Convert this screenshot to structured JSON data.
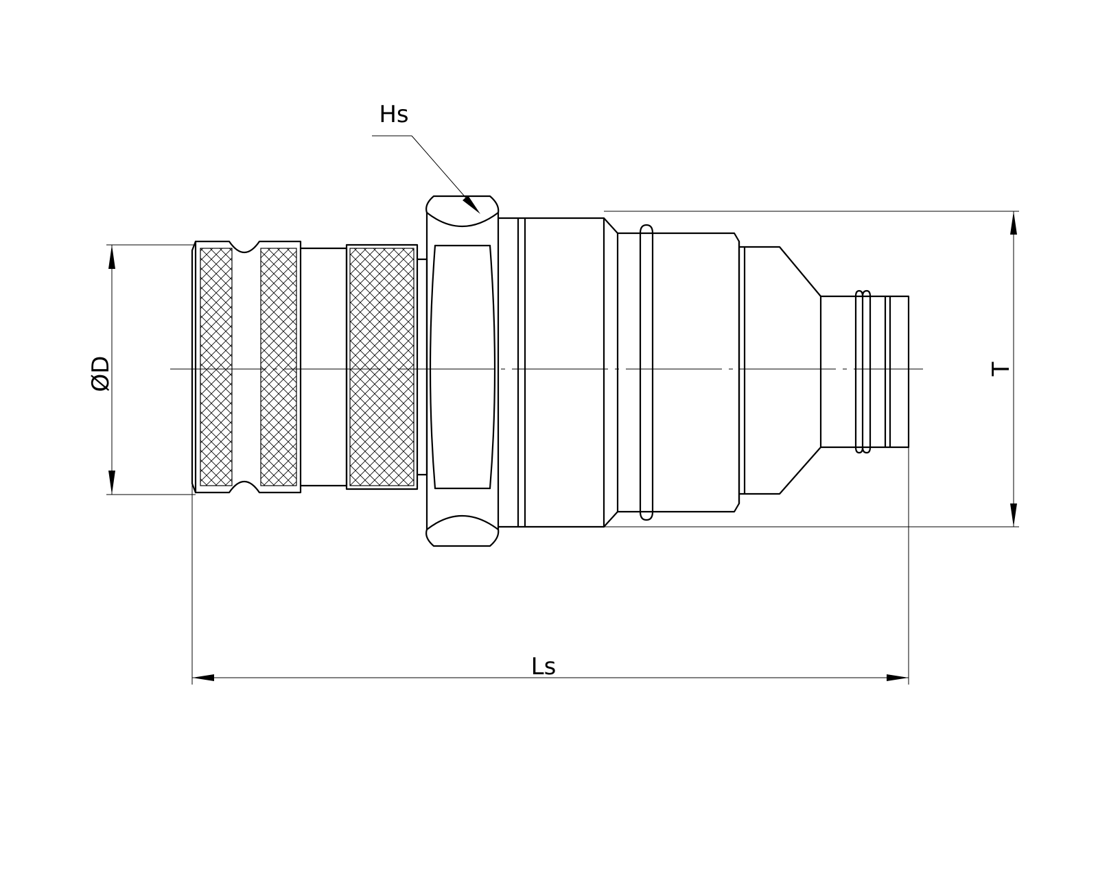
{
  "drawing": {
    "labels": {
      "hex_size": "Hs",
      "diameter": "ØD",
      "thread": "T",
      "length": "Ls"
    },
    "colors": {
      "line": "#000000",
      "background": "#ffffff"
    }
  }
}
